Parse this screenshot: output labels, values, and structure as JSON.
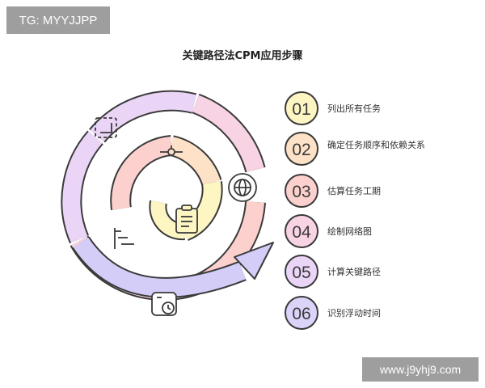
{
  "badge": {
    "text": "TG: MYYJJPP"
  },
  "watermark": {
    "text": "www.j9yhj9.com"
  },
  "title": "关键路径法CPM应用步骤",
  "steps": [
    {
      "num": "01",
      "label": "列出所有任务",
      "color": "#fdf6c3"
    },
    {
      "num": "02",
      "label": "确定任务顺序和依赖关系",
      "color": "#fde2c7"
    },
    {
      "num": "03",
      "label": "估算任务工期",
      "color": "#fbd0cd"
    },
    {
      "num": "04",
      "label": "绘制网络图",
      "color": "#f8d3e4"
    },
    {
      "num": "05",
      "label": "计算关键路径",
      "color": "#ead5f7"
    },
    {
      "num": "06",
      "label": "识别浮动时间",
      "color": "#dcd4f8"
    }
  ],
  "icons": [
    "resize-icon",
    "network-icon",
    "globe-icon",
    "checklist-icon",
    "gantt-icon",
    "clock-icon"
  ],
  "colors": {
    "outline": "#3a3a3a",
    "yellow": "#fdf6c3",
    "peach": "#fde2c7",
    "pink": "#fbd0cd",
    "rose": "#f8d3e4",
    "lavender": "#ead5f7",
    "violet": "#d4cdf7"
  }
}
